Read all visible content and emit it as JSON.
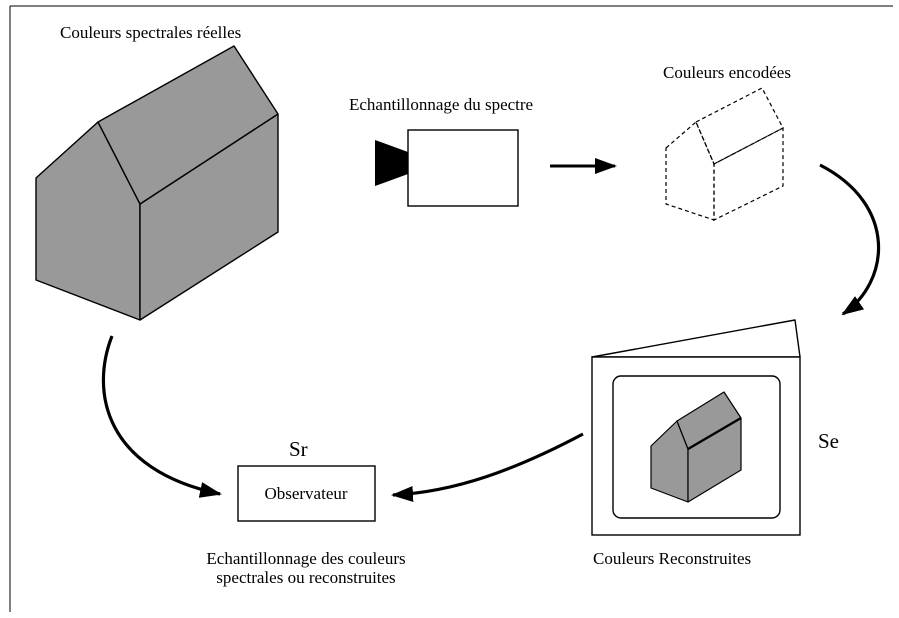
{
  "labels": {
    "real_colors": "Couleurs spectrales réelles",
    "spectrum_sampling": "Echantillonnage du spectre",
    "encoded_colors": "Couleurs encodées",
    "observer": "Observateur",
    "sr": "Sr",
    "se": "Se",
    "reconstructed_colors": "Couleurs Reconstruites",
    "sampling_line1": "Echantillonnage des couleurs",
    "sampling_line2": "spectrales ou reconstruites"
  },
  "colors": {
    "house_fill": "#999999",
    "stroke": "#000000",
    "background": "#ffffff"
  }
}
